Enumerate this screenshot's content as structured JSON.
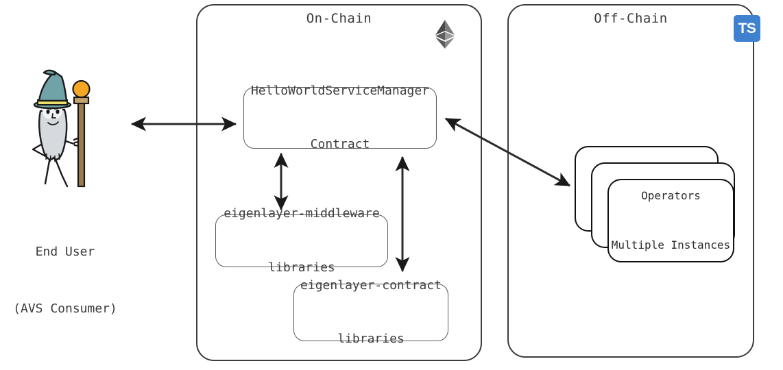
{
  "diagram": {
    "type": "architecture-diagram",
    "background": "#ffffff",
    "stroke_color": "#3c3c3c",
    "text_color": "#3a3a3a"
  },
  "zones": [
    {
      "id": "on-chain",
      "title": "On-Chain",
      "badge_icon": "ethereum-logo"
    },
    {
      "id": "off-chain",
      "title": "Off-Chain",
      "badge_icon": "typescript-logo",
      "badge_label": "TS",
      "badge_color": "#3f80cf"
    }
  ],
  "actor": {
    "icon": "wizard-figure",
    "label_line1": "End User",
    "label_line2": "(AVS Consumer)",
    "hat_color": "#6fa3a8",
    "hat_band_color": "#e9e06a",
    "body_color": "#d6d9dd",
    "staff_color": "#9b7b4e",
    "orb_color": "#f5a623"
  },
  "nodes": [
    {
      "id": "service-manager",
      "line1": "HelloWorldServiceManager",
      "line2": "Contract"
    },
    {
      "id": "middleware-libraries",
      "line1": "eigenlayer-middleware",
      "line2": "libraries"
    },
    {
      "id": "contract-libraries",
      "line1": "eigenlayer-contract",
      "line2": "libraries"
    }
  ],
  "operators": {
    "id": "operators-stack",
    "instances": 3,
    "line1": "Operators",
    "line2": "Multiple Instances"
  },
  "connections": [
    {
      "id": "user-to-service-manager",
      "from": "End User (AVS Consumer)",
      "to": "HelloWorldServiceManager Contract",
      "style": "double-headed"
    },
    {
      "id": "service-manager-to-middleware",
      "from": "HelloWorldServiceManager Contract",
      "to": "eigenlayer-middleware libraries",
      "style": "double-headed"
    },
    {
      "id": "service-manager-to-contract-libs",
      "from": "HelloWorldServiceManager Contract",
      "to": "eigenlayer-contract libraries",
      "style": "double-headed"
    },
    {
      "id": "service-manager-to-operators",
      "from": "HelloWorldServiceManager Contract",
      "to": "Operators Multiple Instances",
      "style": "double-headed"
    }
  ]
}
